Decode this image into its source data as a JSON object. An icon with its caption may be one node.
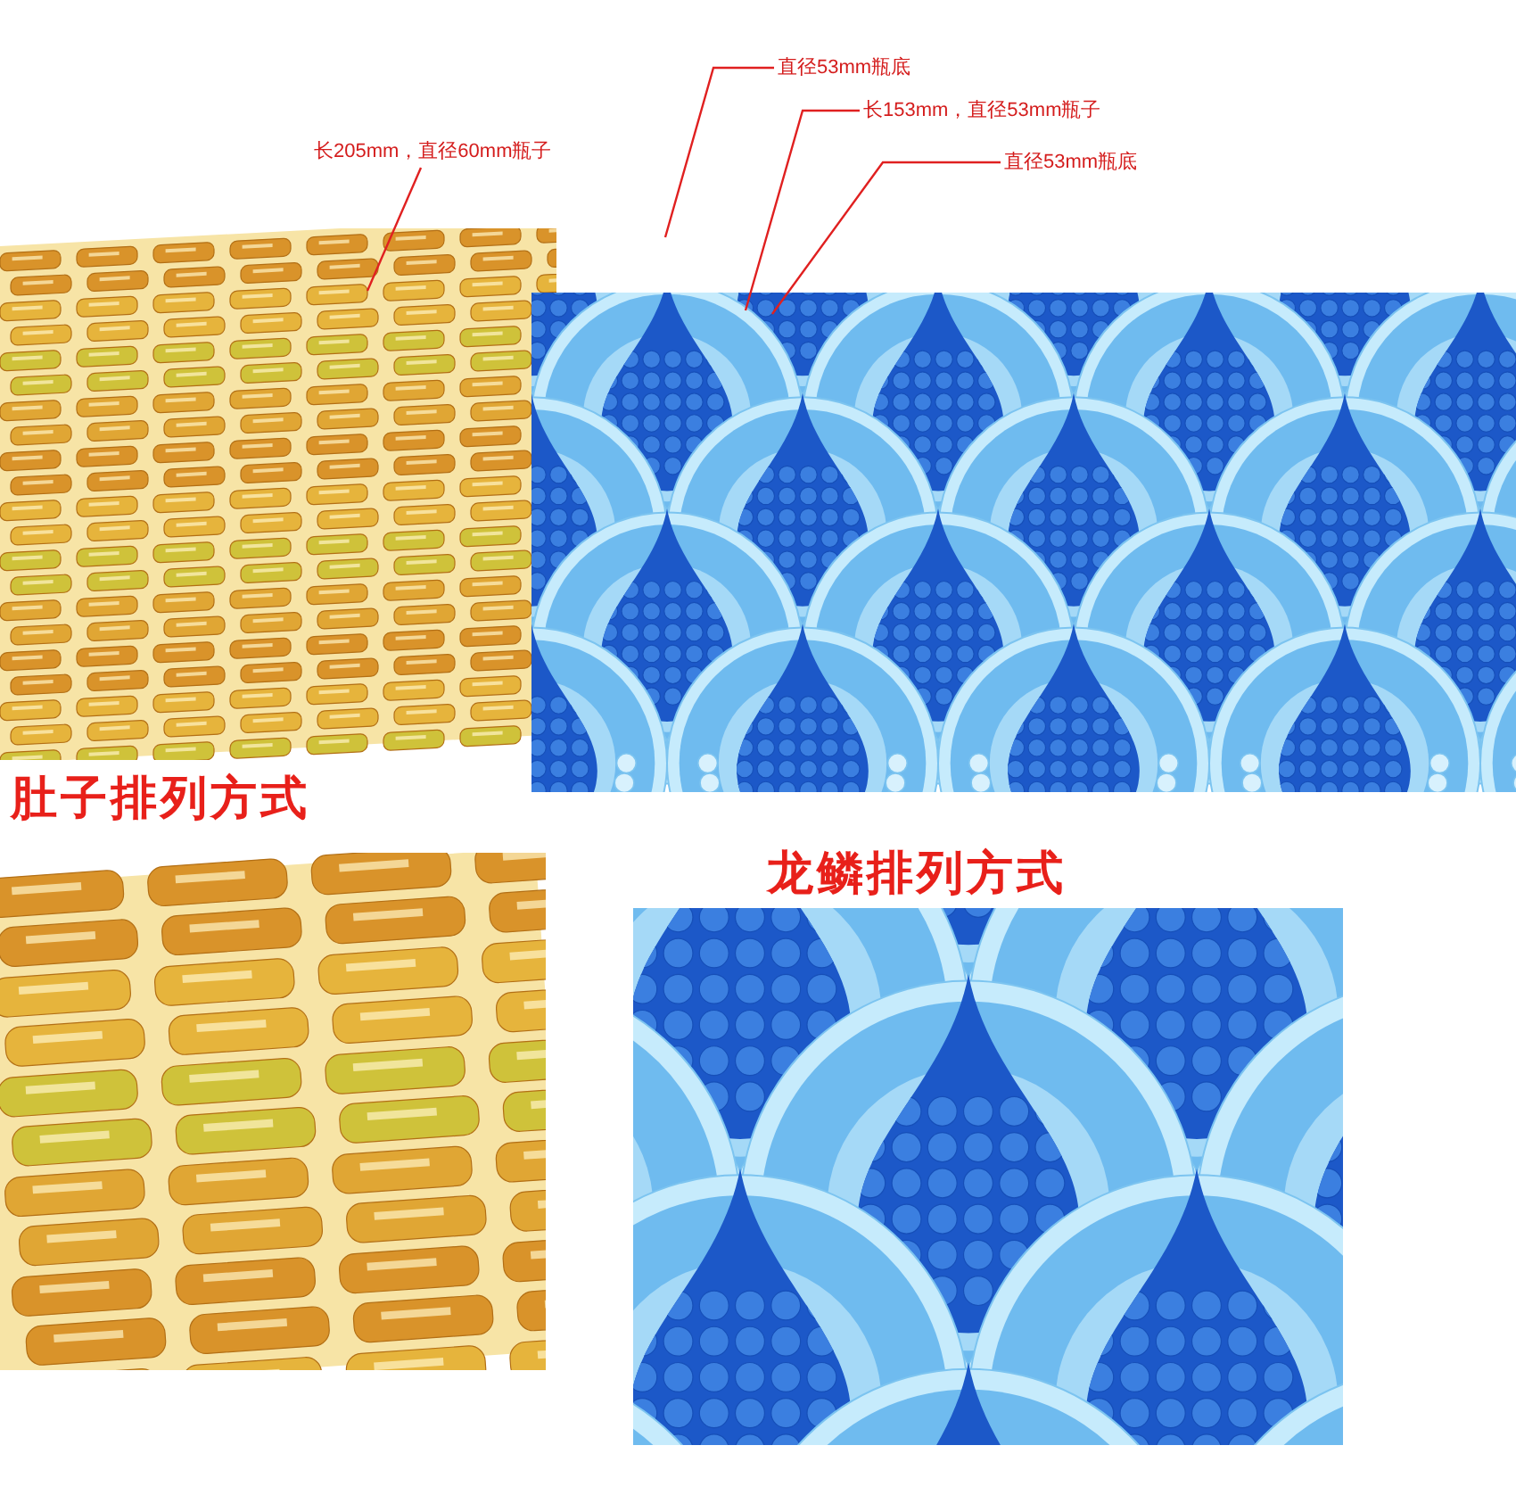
{
  "diagram": {
    "nodes": [
      {
        "text": [
          "长205mm，直径60mm瓶子"
        ]
      },
      {
        "text": [
          "直径53mm瓶底"
        ]
      },
      {
        "text": [
          "长153mm，直径53mm瓶子"
        ]
      },
      {
        "text": [
          "直径53mm瓶底"
        ]
      }
    ],
    "edges": [
      {
        "from": 0,
        "to": null,
        "arrow": "none"
      },
      {
        "from": 1,
        "to": null,
        "arrow": "none"
      },
      {
        "from": 2,
        "to": null,
        "arrow": "none"
      },
      {
        "from": 3,
        "to": null,
        "arrow": "none"
      }
    ],
    "labels": [
      "肚子排列方式",
      "龙鳞排列方式"
    ]
  }
}
